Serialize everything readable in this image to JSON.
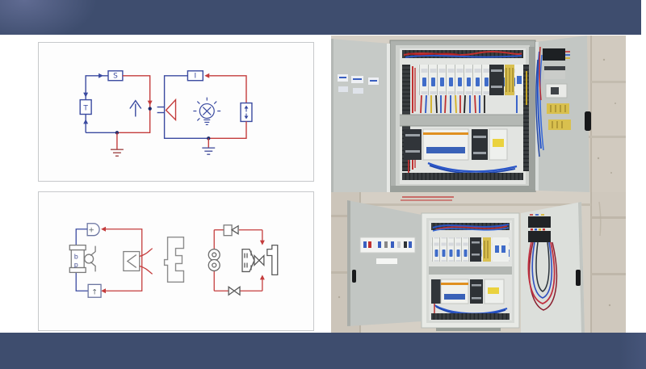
{
  "theme": {
    "bar_color": "#3e4d6e",
    "wire_red": "#c43c3c",
    "wire_blue": "#3a4aa0",
    "symbol_gray": "#8c8c8c",
    "concrete": "#d6d0c6",
    "cabinet_gray": "#b3b7b3"
  },
  "top_diagram": {
    "name": "transducer-circuit-schematic",
    "source_label": "S",
    "transducer_label": "T",
    "indicator_label": "I"
  },
  "bottom_diagram": {
    "name": "process-loop-schematic",
    "plus_label": "+",
    "b_label": "b",
    "p_label": "p",
    "up_label": "↑"
  },
  "photos": {
    "top": {
      "name": "open-electrical-control-cabinet"
    },
    "bottom": {
      "name": "wall-mounted-electrical-cabinet"
    }
  }
}
